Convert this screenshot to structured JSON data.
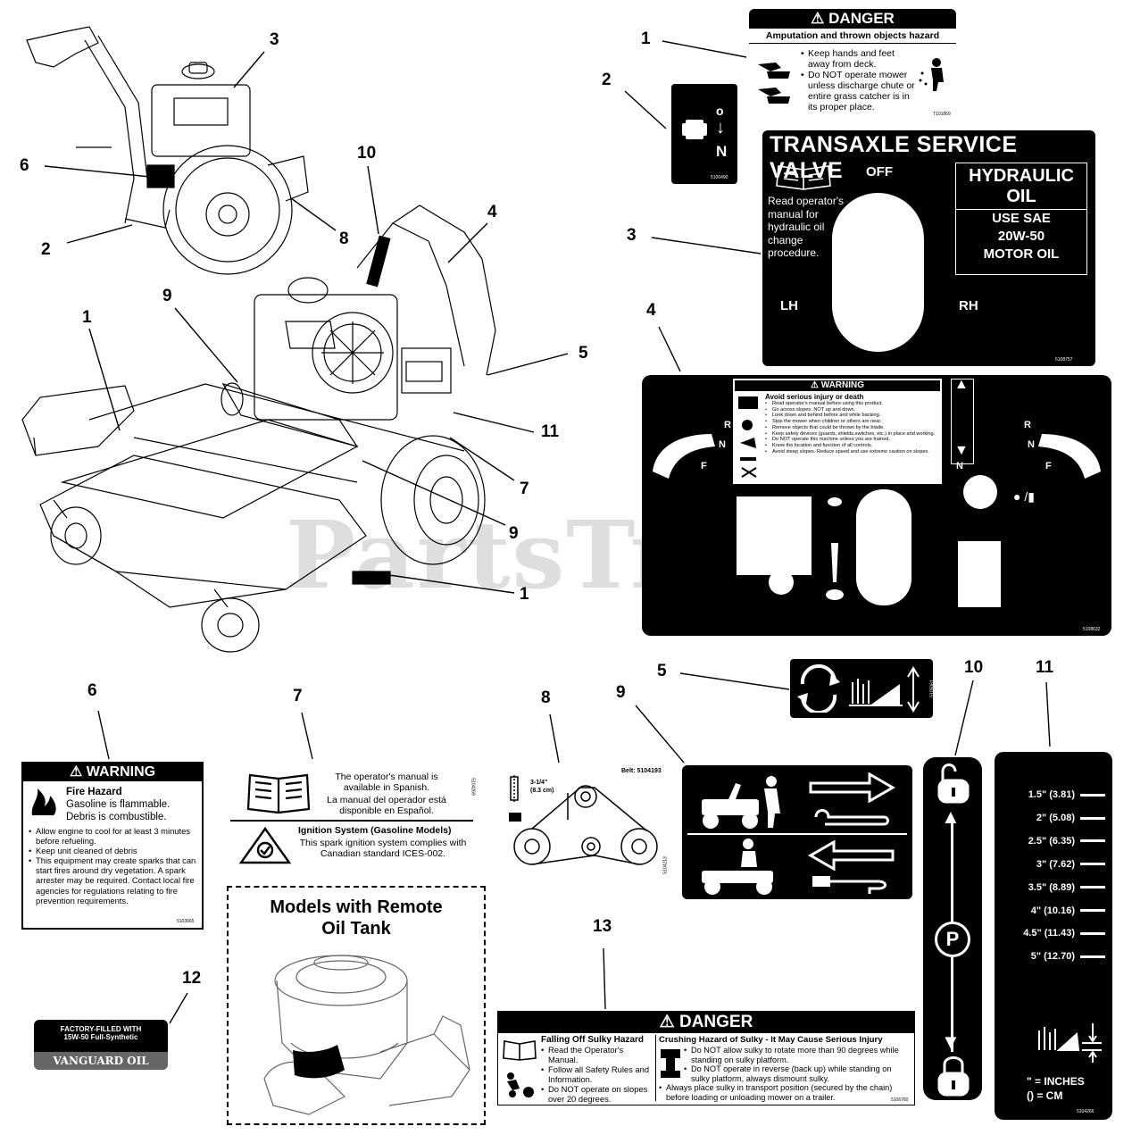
{
  "watermark": "PartsTree",
  "callouts": {
    "main": {
      "c3": "3",
      "c6": "6",
      "c2": "2",
      "c8": "8",
      "c10": "10",
      "c4": "4",
      "c9a": "9",
      "c1a": "1",
      "c5": "5",
      "c11": "11",
      "c7": "7",
      "c9b": "9",
      "c1b": "1"
    },
    "decals": {
      "d1": "1",
      "d2": "2",
      "d3": "3",
      "d4": "4",
      "d5": "5",
      "d6": "6",
      "d7": "7",
      "d8": "8",
      "d9": "9",
      "d10": "10",
      "d11": "11",
      "d12": "12",
      "d13": "13"
    }
  },
  "decal1": {
    "header": "DANGER",
    "subtitle": "Amputation and thrown objects hazard",
    "items": [
      "Keep hands and feet away from deck.",
      "Do NOT operate mower unless discharge chute or entire grass catcher is in its proper place."
    ],
    "part": "T101869"
  },
  "decal2": {
    "label": "N",
    "part": "5100490"
  },
  "decal3": {
    "title": "TRANSAXLE SERVICE VALVE",
    "off": "OFF",
    "read": "Read operator's manual for hydraulic oil change procedure.",
    "box_title": "HYDRAULIC OIL",
    "box_line1": "USE SAE",
    "box_line2": "20W-50",
    "box_line3": "MOTOR OIL",
    "lh": "LH",
    "rh": "RH",
    "part": "5108757"
  },
  "decal4": {
    "warning": "WARNING",
    "heading": "Avoid serious injury or death",
    "items": [
      "Read operator's manual before using this product.",
      "Go across slopes, NOT up and down.",
      "Look down and behind before and while backing.",
      "Stop the mower when children or others are near.",
      "Remove objects that could be thrown by the blade.",
      "Keep safety devices (guards, shields,switches, etc.) in place and working.",
      "Do NOT operate this machine unless you are trained.",
      "Know the location and function of all controls.",
      "Avoid steep slopes. Reduce speed and use extreme caution on slopes."
    ],
    "rnf_left": [
      "R",
      "N",
      "F"
    ],
    "rnf_right": [
      "R",
      "N",
      "F"
    ],
    "n_label": "N",
    "part": "5108632"
  },
  "decal5": {
    "part": "5105061"
  },
  "decal6": {
    "header": "WARNING",
    "title": "Fire Hazard",
    "line1": "Gasoline is flammable.",
    "line2": "Debris is combustible.",
    "items": [
      "Allow engine to cool for at least 3 minutes before refueling.",
      "Keep unit cleaned of debris",
      "This equipment may create sparks that can start fires around dry vegetation. A spark arrester may be required. Contact local fire agencies for regulations relating to fire prevention requirements."
    ],
    "part": "5103665"
  },
  "decal7": {
    "en": "The operator's manual is available in Spanish.",
    "es": "La manual del operador está disponible en Español.",
    "ign_title": "Ignition System (Gasoline Models)",
    "ign_text": "This spark ignition system complies with Canadian standard ICES-002.",
    "part": "5104269"
  },
  "decal8": {
    "measure": "3-1/4\" (8.3 cm)",
    "belt": "Belt: 5104193",
    "part": "5104213"
  },
  "decal11": {
    "marks": [
      "1.5\" (3.81)",
      "2\" (5.08)",
      "2.5\" (6.35)",
      "3\" (7.62)",
      "3.5\" (8.89)",
      "4\" (10.16)",
      "4.5\" (11.43)",
      "5\" (12.70)"
    ],
    "legend1": "\" = INCHES",
    "legend2": "() = CM",
    "part": "5104266"
  },
  "inset": {
    "title": "Models with Remote Oil Tank"
  },
  "decal12": {
    "line1": "FACTORY-FILLED WITH",
    "line2": "15W-50 Full-Synthetic",
    "brand": "VANGUARD OIL"
  },
  "decal13": {
    "header": "DANGER",
    "left_title": "Falling Off Sulky Hazard",
    "left_items": [
      "Read the Operator's Manual.",
      "Follow all Safety Rules and Information.",
      "Do NOT operate on slopes over 20 degrees."
    ],
    "right_title": "Crushing Hazard of Sulky - It May Cause Serious Injury",
    "right_items": [
      "Do NOT allow sulky to rotate more than 90 degrees while standing on sulky platform.",
      "Do NOT operate in reverse (back up) while standing on sulky platform, always dismount sulky.",
      "Always place sulky in transport position (secured by the chain) before loading or unloading mower on a trailer."
    ],
    "part": "5106760"
  }
}
